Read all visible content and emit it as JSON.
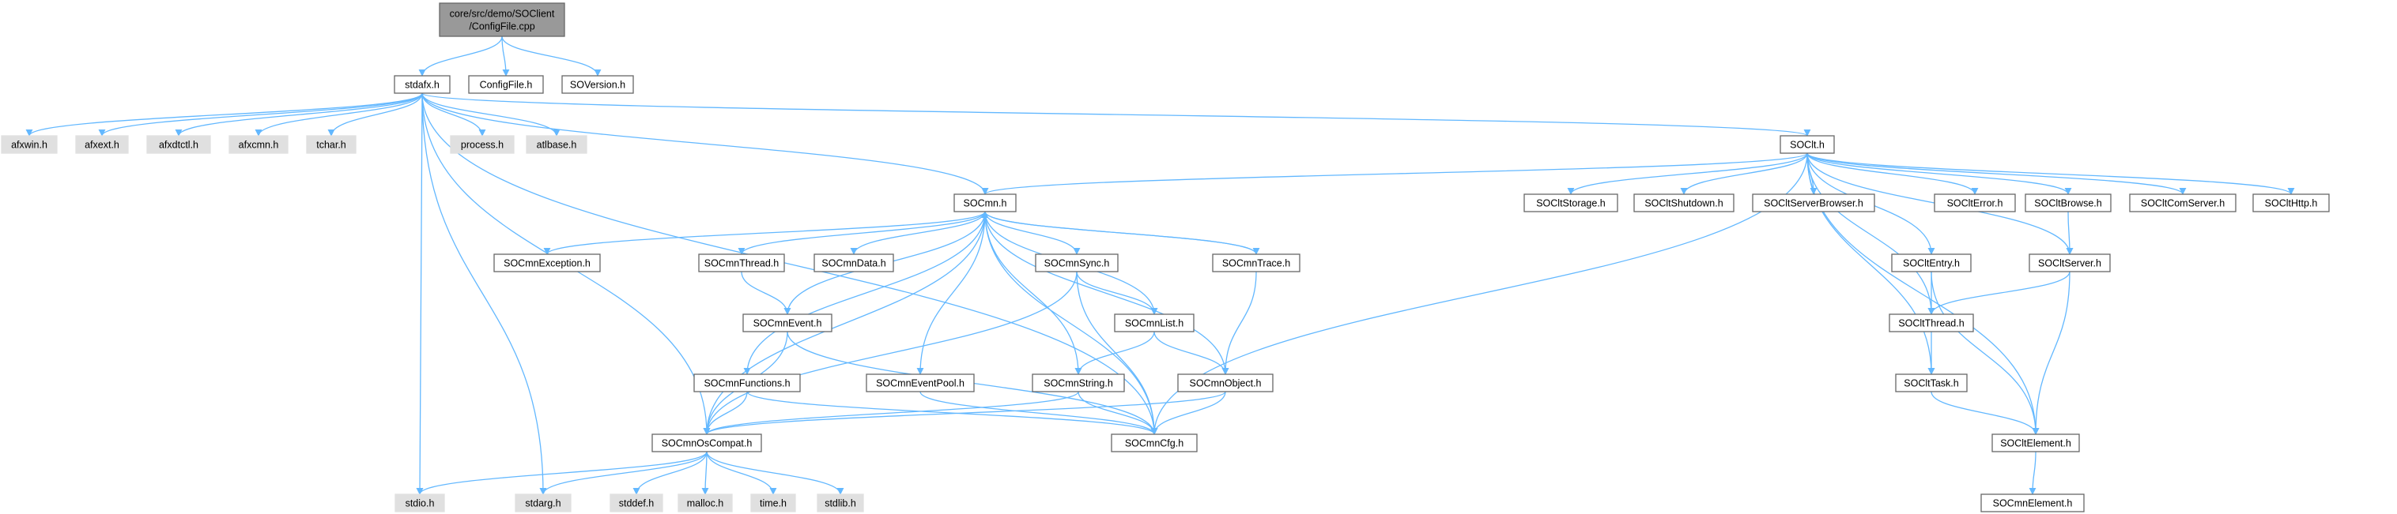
{
  "colors": {
    "edge": "#63b8ff",
    "node_border": "#666666",
    "node_fill": "#ffffff",
    "root_fill": "#999999",
    "system_fill": "#e0e0e0",
    "system_border": "#e0e0e0"
  },
  "nodes": [
    {
      "id": "root",
      "label": "core/src/demo/SOClient\n/ConfigFile.cpp",
      "kind": "root"
    },
    {
      "id": "stdafx",
      "label": "stdafx.h",
      "kind": "file"
    },
    {
      "id": "configfile",
      "label": "ConfigFile.h",
      "kind": "file"
    },
    {
      "id": "soversion",
      "label": "SOVersion.h",
      "kind": "file"
    },
    {
      "id": "afxwin",
      "label": "afxwin.h",
      "kind": "system"
    },
    {
      "id": "afxext",
      "label": "afxext.h",
      "kind": "system"
    },
    {
      "id": "afxdtctl",
      "label": "afxdtctl.h",
      "kind": "system"
    },
    {
      "id": "afxcmn",
      "label": "afxcmn.h",
      "kind": "system"
    },
    {
      "id": "tchar",
      "label": "tchar.h",
      "kind": "system"
    },
    {
      "id": "process",
      "label": "process.h",
      "kind": "system"
    },
    {
      "id": "atlbase",
      "label": "atlbase.h",
      "kind": "system"
    },
    {
      "id": "soclt",
      "label": "SOClt.h",
      "kind": "file"
    },
    {
      "id": "socmn",
      "label": "SOCmn.h",
      "kind": "file"
    },
    {
      "id": "socmnexception",
      "label": "SOCmnException.h",
      "kind": "file"
    },
    {
      "id": "socmnthread",
      "label": "SOCmnThread.h",
      "kind": "file"
    },
    {
      "id": "socmndata",
      "label": "SOCmnData.h",
      "kind": "file"
    },
    {
      "id": "socmnsync",
      "label": "SOCmnSync.h",
      "kind": "file"
    },
    {
      "id": "socmntrace",
      "label": "SOCmnTrace.h",
      "kind": "file"
    },
    {
      "id": "socmnevent",
      "label": "SOCmnEvent.h",
      "kind": "file"
    },
    {
      "id": "socmnlist",
      "label": "SOCmnList.h",
      "kind": "file"
    },
    {
      "id": "socmnfunctions",
      "label": "SOCmnFunctions.h",
      "kind": "file"
    },
    {
      "id": "socmneventpool",
      "label": "SOCmnEventPool.h",
      "kind": "file"
    },
    {
      "id": "socmnstring",
      "label": "SOCmnString.h",
      "kind": "file"
    },
    {
      "id": "socmnobject",
      "label": "SOCmnObject.h",
      "kind": "file"
    },
    {
      "id": "socmnoscompat",
      "label": "SOCmnOsCompat.h",
      "kind": "file"
    },
    {
      "id": "socmncfg",
      "label": "SOCmnCfg.h",
      "kind": "file"
    },
    {
      "id": "stdio",
      "label": "stdio.h",
      "kind": "system"
    },
    {
      "id": "stdarg",
      "label": "stdarg.h",
      "kind": "system"
    },
    {
      "id": "stddef",
      "label": "stddef.h",
      "kind": "system"
    },
    {
      "id": "malloc",
      "label": "malloc.h",
      "kind": "system"
    },
    {
      "id": "time",
      "label": "time.h",
      "kind": "system"
    },
    {
      "id": "stdlib",
      "label": "stdlib.h",
      "kind": "system"
    },
    {
      "id": "socltstorage",
      "label": "SOCltStorage.h",
      "kind": "file"
    },
    {
      "id": "socltshutdown",
      "label": "SOCltShutdown.h",
      "kind": "file"
    },
    {
      "id": "socltserverbrowser",
      "label": "SOCltServerBrowser.h",
      "kind": "file"
    },
    {
      "id": "sociterror",
      "label": "SOCltError.h",
      "kind": "file"
    },
    {
      "id": "socltbrowse",
      "label": "SOCltBrowse.h",
      "kind": "file"
    },
    {
      "id": "socltcomserver",
      "label": "SOCltComServer.h",
      "kind": "file"
    },
    {
      "id": "soclthttp",
      "label": "SOCltHttp.h",
      "kind": "file"
    },
    {
      "id": "socltentry",
      "label": "SOCltEntry.h",
      "kind": "file"
    },
    {
      "id": "socltserver",
      "label": "SOCltServer.h",
      "kind": "file"
    },
    {
      "id": "socltthread",
      "label": "SOCltThread.h",
      "kind": "file"
    },
    {
      "id": "soclttask",
      "label": "SOCltTask.h",
      "kind": "file"
    },
    {
      "id": "socltelement",
      "label": "SOCltElement.h",
      "kind": "file"
    },
    {
      "id": "socmnelement",
      "label": "SOCmnElement.h",
      "kind": "file"
    }
  ],
  "edges": [
    [
      "root",
      "stdafx"
    ],
    [
      "root",
      "configfile"
    ],
    [
      "root",
      "soversion"
    ],
    [
      "stdafx",
      "afxwin"
    ],
    [
      "stdafx",
      "afxext"
    ],
    [
      "stdafx",
      "afxdtctl"
    ],
    [
      "stdafx",
      "afxcmn"
    ],
    [
      "stdafx",
      "tchar"
    ],
    [
      "stdafx",
      "process"
    ],
    [
      "stdafx",
      "atlbase"
    ],
    [
      "stdafx",
      "stdio"
    ],
    [
      "stdafx",
      "stdarg"
    ],
    [
      "stdafx",
      "socmn"
    ],
    [
      "stdafx",
      "socmnoscompat"
    ],
    [
      "stdafx",
      "socmncfg"
    ],
    [
      "stdafx",
      "soclt"
    ],
    [
      "socmn",
      "socmnexception"
    ],
    [
      "socmn",
      "socmnthread"
    ],
    [
      "socmn",
      "socmndata"
    ],
    [
      "socmn",
      "socmnsync"
    ],
    [
      "socmn",
      "socmntrace"
    ],
    [
      "socmn",
      "socmnevent"
    ],
    [
      "socmn",
      "socmnlist"
    ],
    [
      "socmn",
      "socmnfunctions"
    ],
    [
      "socmn",
      "socmneventpool"
    ],
    [
      "socmn",
      "socmnstring"
    ],
    [
      "socmn",
      "socmnobject"
    ],
    [
      "socmn",
      "socmnoscompat"
    ],
    [
      "socmn",
      "socmncfg"
    ],
    [
      "socmntrace",
      "socmn"
    ],
    [
      "socmntrace",
      "socmnobject"
    ],
    [
      "socmnthread",
      "socmnevent"
    ],
    [
      "socmnevent",
      "socmnoscompat"
    ],
    [
      "socmnevent",
      "socmncfg"
    ],
    [
      "socmnsync",
      "socmnlist"
    ],
    [
      "socmnsync",
      "socmnoscompat"
    ],
    [
      "socmnsync",
      "socmncfg"
    ],
    [
      "socmnlist",
      "socmnstring"
    ],
    [
      "socmnlist",
      "socmnobject"
    ],
    [
      "socmnfunctions",
      "socmnoscompat"
    ],
    [
      "socmnfunctions",
      "socmncfg"
    ],
    [
      "socmneventpool",
      "socmncfg"
    ],
    [
      "socmnstring",
      "socmnoscompat"
    ],
    [
      "socmnstring",
      "socmncfg"
    ],
    [
      "socmnobject",
      "socmnoscompat"
    ],
    [
      "socmnobject",
      "socmncfg"
    ],
    [
      "socmnoscompat",
      "stdio"
    ],
    [
      "socmnoscompat",
      "stdarg"
    ],
    [
      "socmnoscompat",
      "stddef"
    ],
    [
      "socmnoscompat",
      "malloc"
    ],
    [
      "socmnoscompat",
      "time"
    ],
    [
      "socmnoscompat",
      "stdlib"
    ],
    [
      "soclt",
      "socmn"
    ],
    [
      "soclt",
      "socmncfg"
    ],
    [
      "soclt",
      "socltstorage"
    ],
    [
      "soclt",
      "socltshutdown"
    ],
    [
      "soclt",
      "socltserverbrowser"
    ],
    [
      "soclt",
      "sociterror"
    ],
    [
      "soclt",
      "socltbrowse"
    ],
    [
      "soclt",
      "socltcomserver"
    ],
    [
      "soclt",
      "soclthttp"
    ],
    [
      "soclt",
      "socltentry"
    ],
    [
      "soclt",
      "socltserver"
    ],
    [
      "soclt",
      "socltthread"
    ],
    [
      "soclt",
      "soclttask"
    ],
    [
      "soclt",
      "socltelement"
    ],
    [
      "socltbrowse",
      "socltserver"
    ],
    [
      "socltentry",
      "socltthread"
    ],
    [
      "socltentry",
      "socltelement"
    ],
    [
      "socltserver",
      "socltthread"
    ],
    [
      "socltserver",
      "socltelement"
    ],
    [
      "socltthread",
      "soclttask"
    ],
    [
      "soclttask",
      "socltelement"
    ],
    [
      "socltelement",
      "socmnelement"
    ]
  ]
}
